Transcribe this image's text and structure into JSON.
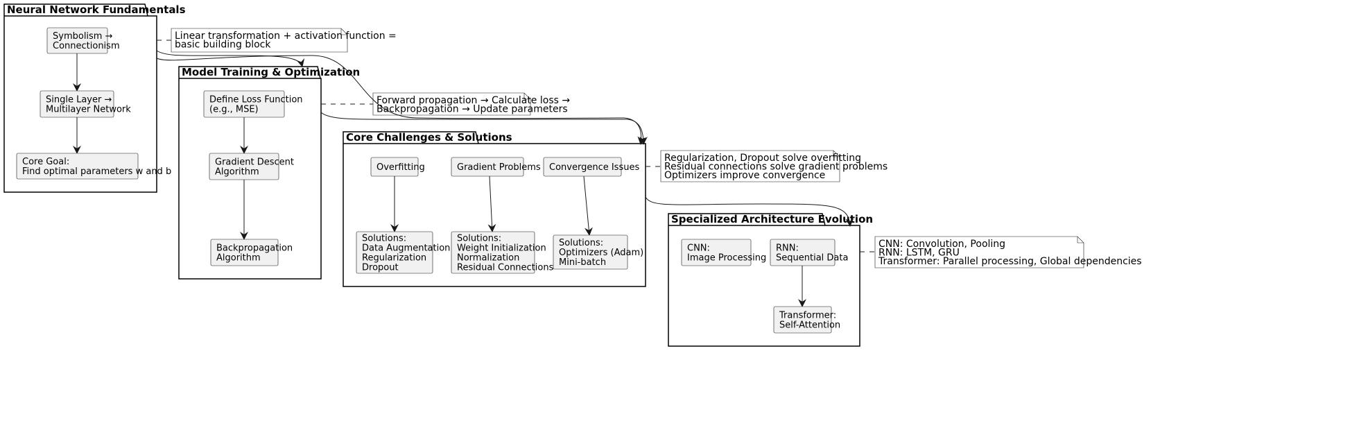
{
  "packages": {
    "fundamentals": {
      "title": "Neural Network Fundamentals",
      "nodes": {
        "symbolism": [
          "Symbolism →",
          "Connectionism"
        ],
        "single_layer": [
          "Single Layer →",
          "Multilayer Network"
        ],
        "core_goal": [
          "Core Goal:",
          "Find optimal parameters w and b"
        ]
      }
    },
    "training": {
      "title": "Model Training & Optimization",
      "nodes": {
        "loss": [
          "Define Loss Function",
          "(e.g., MSE)"
        ],
        "gradient": [
          "Gradient Descent",
          "Algorithm"
        ],
        "backprop": [
          "Backpropagation",
          "Algorithm"
        ]
      }
    },
    "challenges": {
      "title": "Core Challenges & Solutions",
      "nodes": {
        "overfitting": [
          "Overfitting"
        ],
        "gradient_problems": [
          "Gradient Problems"
        ],
        "convergence": [
          "Convergence Issues"
        ],
        "sol_overfitting": [
          "Solutions:",
          "Data Augmentation",
          "Regularization",
          "Dropout"
        ],
        "sol_gradient": [
          "Solutions:",
          "Weight Initialization",
          "Normalization",
          "Residual Connections"
        ],
        "sol_convergence": [
          "Solutions:",
          "Optimizers (Adam)",
          "Mini-batch"
        ]
      }
    },
    "architecture": {
      "title": "Specialized Architecture Evolution",
      "nodes": {
        "cnn": [
          "CNN:",
          "Image Processing"
        ],
        "rnn": [
          "RNN:",
          "Sequential Data"
        ],
        "transformer": [
          "Transformer:",
          "Self-Attention"
        ]
      }
    }
  },
  "notes": {
    "fundamentals": [
      "Linear transformation + activation function =",
      "basic building block"
    ],
    "training": [
      "Forward propagation → Calculate loss →",
      "Backpropagation → Update parameters"
    ],
    "challenges": [
      "Regularization, Dropout solve overfitting",
      "Residual connections solve gradient problems",
      "Optimizers improve convergence"
    ],
    "architecture": [
      "CNN: Convolution, Pooling",
      "RNN: LSTM, GRU",
      "Transformer: Parallel processing, Global dependencies"
    ]
  }
}
